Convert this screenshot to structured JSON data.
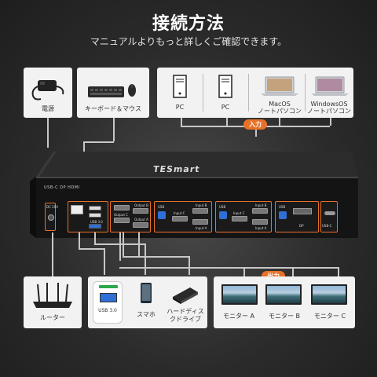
{
  "header": {
    "title": "接続方法",
    "subtitle": "マニュアルよりもっと詳しくご確認できます。"
  },
  "badges": {
    "input": "入力",
    "output": "出力"
  },
  "top_devices": {
    "power": "電源",
    "keyboard_mouse": "キーボード＆マウス",
    "pc1": "PC",
    "pc2": "PC",
    "macos": [
      "MacOS",
      "ノートパソコン"
    ],
    "windowsos": [
      "WindowsOS",
      "ノートパソコン"
    ]
  },
  "kvm": {
    "brand": "TESmart",
    "front_text": "USB-C DP HDMI",
    "dc_label": "DC 20V",
    "usb3_label": "USB 3.0",
    "output_labels": [
      "Output B",
      "Output C",
      "Output A"
    ],
    "input_groups": [
      {
        "usb": "USB",
        "labels": [
          "Input B",
          "Input C",
          "Input A"
        ]
      },
      {
        "usb": "USB",
        "labels": [
          "Input B",
          "Input C",
          "Input A"
        ]
      },
      {
        "usb": "USB",
        "labels": [
          "DP",
          "USB-C"
        ]
      }
    ]
  },
  "bottom_devices": {
    "router": "ルーター",
    "usb3": "USB 3.0",
    "smartphone": "スマホ",
    "hdd": [
      "ハードディス",
      "クドライブ"
    ],
    "monitors": [
      "モニター A",
      "モニター B",
      "モニター C"
    ]
  }
}
